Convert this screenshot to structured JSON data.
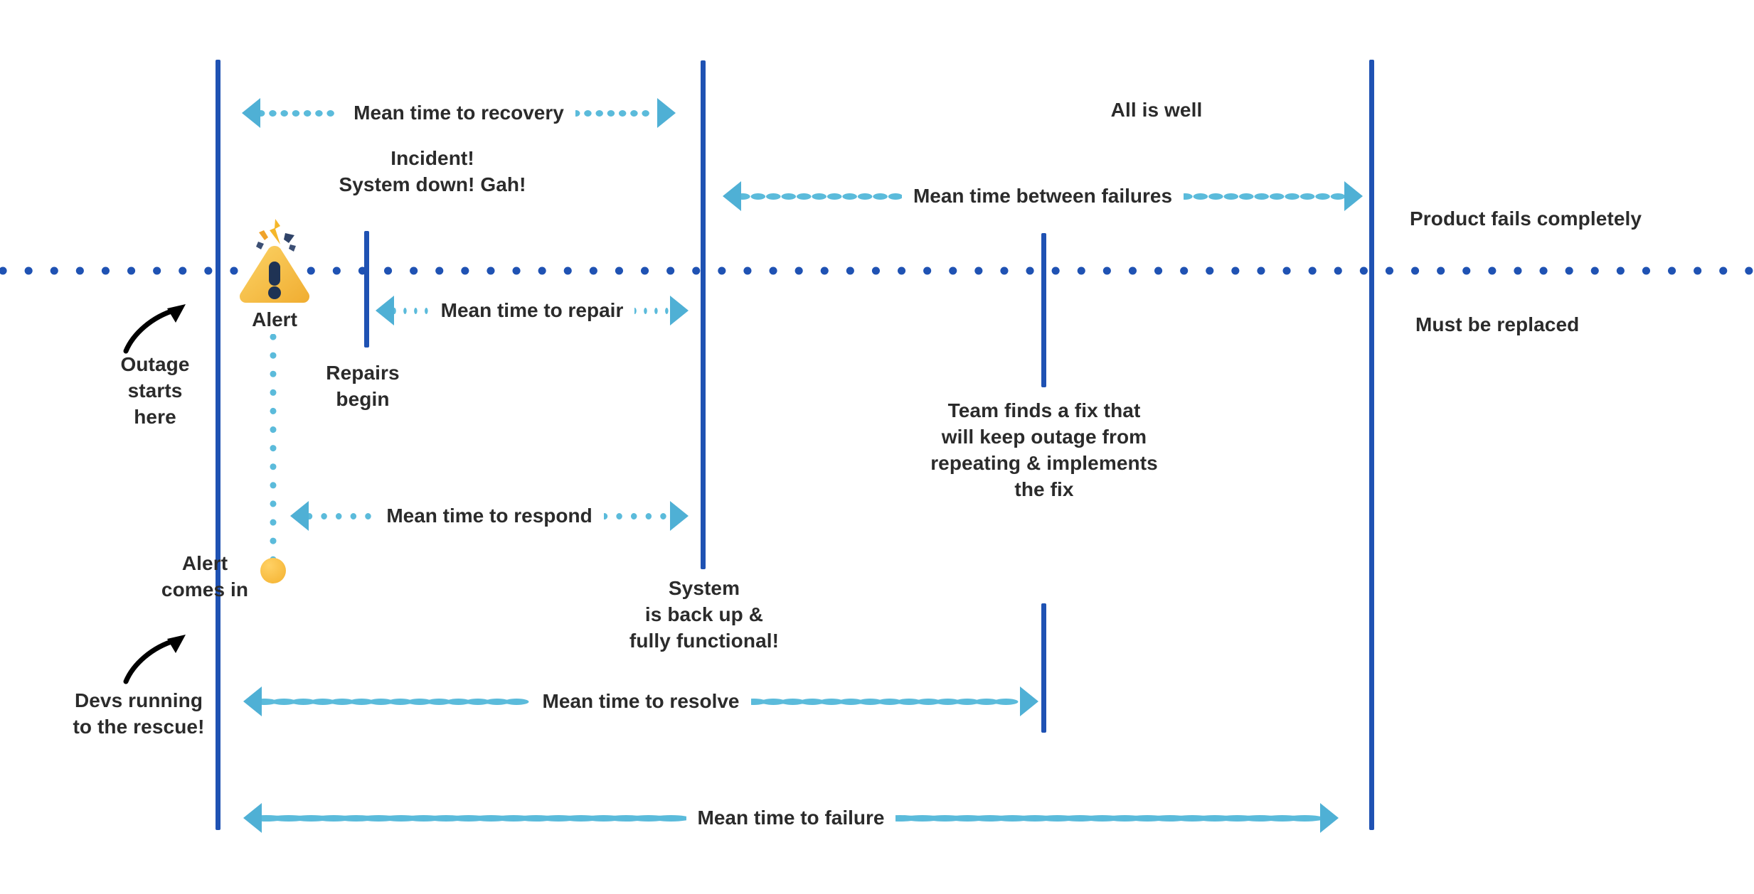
{
  "diagram": {
    "title": "Incident response timeline metrics",
    "colors": {
      "dark_blue": "#1f52b3",
      "light_blue": "#4fb0d5",
      "amber": "#f4b12e",
      "text": "#2b2b2b",
      "background": "#ffffff"
    }
  },
  "milestones": [
    {
      "id": "outage-start",
      "label": "Outage\nstarts\nhere"
    },
    {
      "id": "alert",
      "label": "Alert"
    },
    {
      "id": "repairs-begin",
      "label": "Repairs\nbegin"
    },
    {
      "id": "alert-comes-in",
      "label": "Alert\ncomes in"
    },
    {
      "id": "devs-running",
      "label": "Devs running\nto the rescue!"
    },
    {
      "id": "incident",
      "label": "Incident!\nSystem down! Gah!"
    },
    {
      "id": "system-back-up",
      "label": "System\nis back up &\nfully functional!"
    },
    {
      "id": "team-finds-fix",
      "label": "Team finds a fix that\nwill keep outage from\nrepeating & implements\nthe fix"
    },
    {
      "id": "all-is-well",
      "label": "All is well"
    },
    {
      "id": "product-fails",
      "label": "Product fails completely"
    },
    {
      "id": "must-be-replaced",
      "label": "Must be replaced"
    }
  ],
  "measures": [
    {
      "id": "mttrecovery",
      "label": "Mean time to recovery"
    },
    {
      "id": "mtbf",
      "label": "Mean time between failures"
    },
    {
      "id": "mttrepair",
      "label": "Mean time to repair"
    },
    {
      "id": "mttrespond",
      "label": "Mean time to respond"
    },
    {
      "id": "mttresolve",
      "label": "Mean time to resolve"
    },
    {
      "id": "mttfailure",
      "label": "Mean time to failure"
    }
  ],
  "icons": {
    "alert": "warning-triangle-icon",
    "alert_dot": "amber-dot-icon",
    "arrow_outage": "curved-arrow-icon",
    "arrow_devs": "curved-arrow-icon"
  }
}
